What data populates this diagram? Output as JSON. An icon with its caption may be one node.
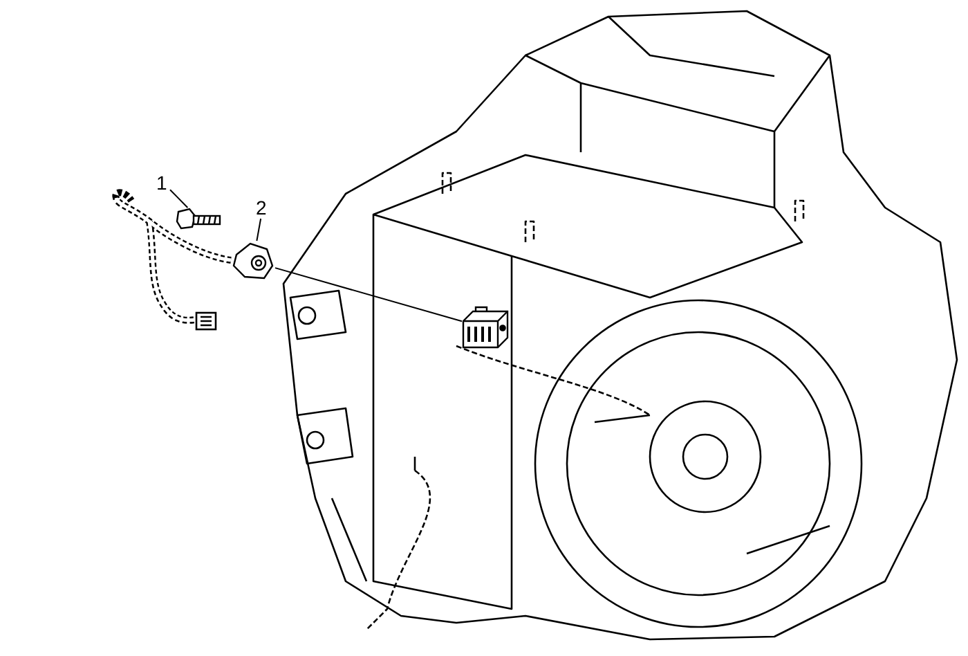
{
  "diagram": {
    "nodes": [
      {
        "text": [
          "1"
        ]
      },
      {
        "text": [
          "2"
        ]
      },
      {
        "text": [],
        "shape": "picture"
      },
      {
        "text": [],
        "shape": "picture"
      },
      {
        "text": [],
        "shape": "picture"
      }
    ],
    "edges": [
      {
        "from": 0,
        "to": 2,
        "arrow": "none"
      },
      {
        "from": 1,
        "to": 3,
        "arrow": "none"
      },
      {
        "from": 3,
        "to": 4,
        "arrow": "none"
      }
    ]
  }
}
